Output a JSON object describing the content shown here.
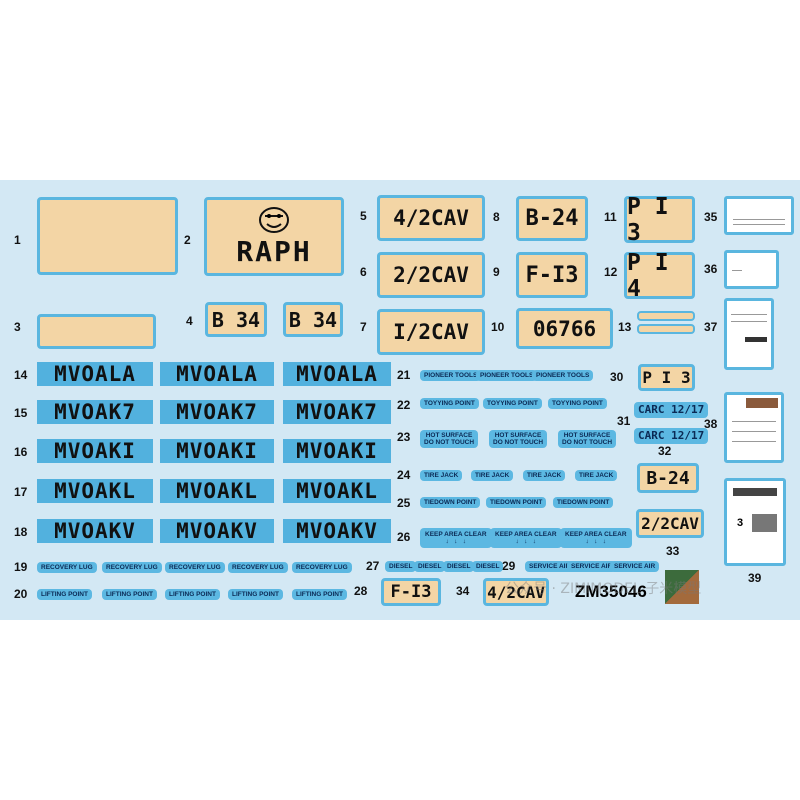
{
  "numbers": {
    "n1": "1",
    "n2": "2",
    "n3": "3",
    "n4": "4",
    "n5": "5",
    "n6": "6",
    "n7": "7",
    "n8": "8",
    "n9": "9",
    "n10": "10",
    "n11": "11",
    "n12": "12",
    "n13": "13",
    "n14": "14",
    "n15": "15",
    "n16": "16",
    "n17": "17",
    "n18": "18",
    "n19": "19",
    "n20": "20",
    "n21": "21",
    "n22": "22",
    "n23": "23",
    "n24": "24",
    "n25": "25",
    "n26": "26",
    "n27": "27",
    "n28": "28",
    "n29": "29",
    "n30": "30",
    "n31": "31",
    "n32": "32",
    "n33": "33",
    "n34": "34",
    "n35": "35",
    "n36": "36",
    "n37": "37",
    "n38": "38",
    "n39": "39"
  },
  "decals": {
    "raph": "RAPH",
    "b34": "B 34",
    "cav4": "4/2CAV",
    "cav2": "2/2CAV",
    "cav1": "I/2CAV",
    "b24": "B-24",
    "f13": "F-I3",
    "n06766": "06766",
    "p13": "P I 3",
    "p14": "P I 4",
    "carc": "CARC 12/17"
  },
  "mv": [
    "MVOALA",
    "MVOAK7",
    "MVOAKI",
    "MVOAKL",
    "MVOAKV"
  ],
  "labels": {
    "recovery": "RECOVERY LUG",
    "lifting": "LIFTING POINT",
    "pioneer": "PIONEER TOOLS",
    "towing": "TOYYING POINT",
    "hot1": "HOT SURFACE",
    "hot2": "DO NOT TOUCH",
    "tire": "TIRE JACK",
    "tiedown": "TIEDOWN POINT",
    "keep": "KEEP AREA CLEAR",
    "arrows": "↓   ↓   ↓",
    "diesel": "DIESEL",
    "service": "SERVICE AIR",
    "doc39": "3"
  },
  "product_code": "ZM35046",
  "watermark": "公众号 · ZIMIMODEL 子米模型",
  "logo_text": "ZIMIMODEL",
  "colors": {
    "sheet": "#d3e8f4",
    "tan": "#f3d5a5",
    "border": "#5ab6df",
    "label": "#5cb8e2"
  }
}
